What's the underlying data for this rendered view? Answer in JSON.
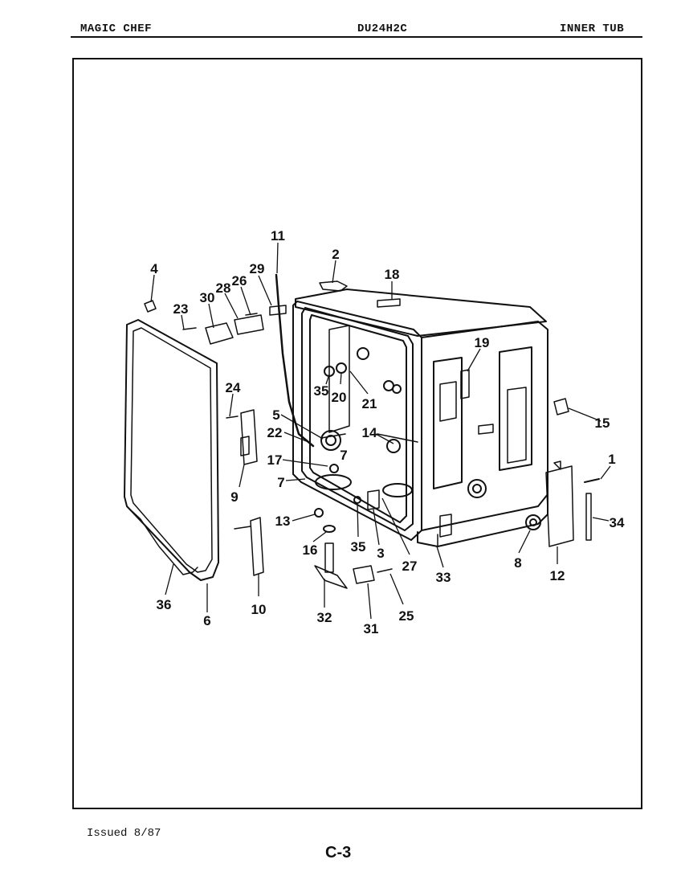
{
  "header": {
    "brand": "MAGIC CHEF",
    "model": "DU24H2C",
    "section": "INNER TUB"
  },
  "footer": {
    "issued": "Issued 8/87",
    "page": "C-3"
  },
  "callouts": [
    "1",
    "2",
    "3",
    "4",
    "5",
    "6",
    "7",
    "8",
    "9",
    "10",
    "11",
    "12",
    "13",
    "14",
    "15",
    "16",
    "17",
    "18",
    "19",
    "20",
    "21",
    "22",
    "23",
    "24",
    "25",
    "26",
    "27",
    "28",
    "29",
    "30",
    "31",
    "32",
    "33",
    "34",
    "35",
    "35",
    "36",
    "7"
  ]
}
